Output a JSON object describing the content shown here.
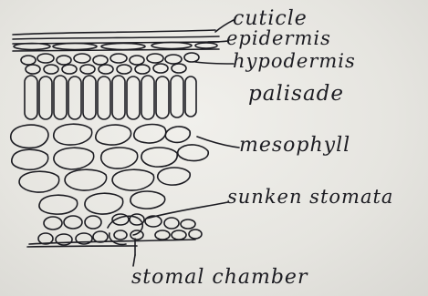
{
  "labels": {
    "cuticle": "cuticle",
    "epidermis": "epidermis",
    "hypodermis": "hypodermis",
    "palisade": "palisade",
    "mesophyll": "mesophyll",
    "sunken_stomata": "sunken stomata",
    "stomal_chamber": "stomal chamber"
  },
  "colors": {
    "ink": "#1c1c22",
    "paper": "#e9e8e4"
  }
}
